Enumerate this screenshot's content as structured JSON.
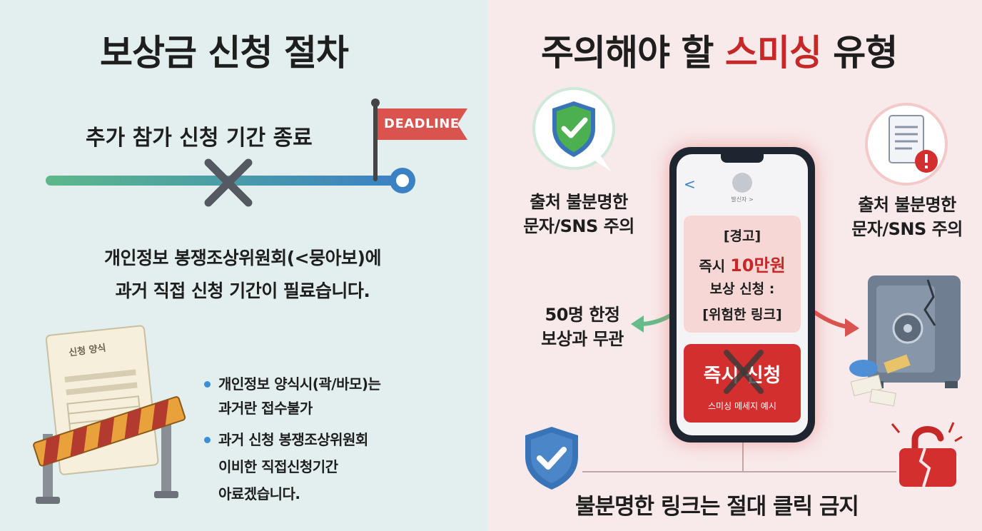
{
  "left": {
    "title": "보상금 신청 절차",
    "timeline_label": "추가 참가 신청 기간 종료",
    "deadline_flag": "DEADLINE",
    "body_line1": "개인정보 봉쟁조상위원회(<뭉아보)에",
    "body_line2": "과거 직접 신청 기간이 필료습니다.",
    "form_title": "신청 양식",
    "bullets": [
      {
        "line1": "개인정보 양식시(곽/바모)는",
        "line2": "과거란 접수불가"
      },
      {
        "line1": "과거 신청 봉쟁조상위원회",
        "line2": "이비한 직접신청기간",
        "line3": "아료겠습니다."
      }
    ],
    "colors": {
      "background": "#e2efee",
      "timeline_green": "#5cb88a",
      "timeline_blue": "#3b82c4",
      "flag_red": "#d9534f",
      "bullet_blue": "#3b8fd6"
    }
  },
  "right": {
    "title_part1": "주의해야 할 ",
    "title_accent": "스미싱",
    "title_part2": " 유형",
    "left_caption_line1": "출처 불분명한",
    "left_caption_line2": "문자/SNS 주의",
    "right_caption_line1": "출처 불분명한",
    "right_caption_line2": "문자/SNS 주의",
    "side_left_line1": "50명 한정",
    "side_left_line2": "보상과 무관",
    "phone": {
      "back_glyph": "<",
      "sender": "발신자 >",
      "msg_line1": "[경고]",
      "msg_line2_prefix": "즉시 ",
      "msg_line2_accent": "10만원",
      "msg_line3": "보상 신청 :",
      "msg_line4": "[위험한 링크]",
      "button_label": "즉시 신청",
      "button_caption": "스미싱 메세지 예시"
    },
    "bottom_text": "불분명한 링크는 절대 클릭 금지",
    "colors": {
      "background": "#f8eaea",
      "accent_red": "#c62828",
      "shield_blue": "#3a74b8",
      "check_green": "#4caf50"
    }
  }
}
